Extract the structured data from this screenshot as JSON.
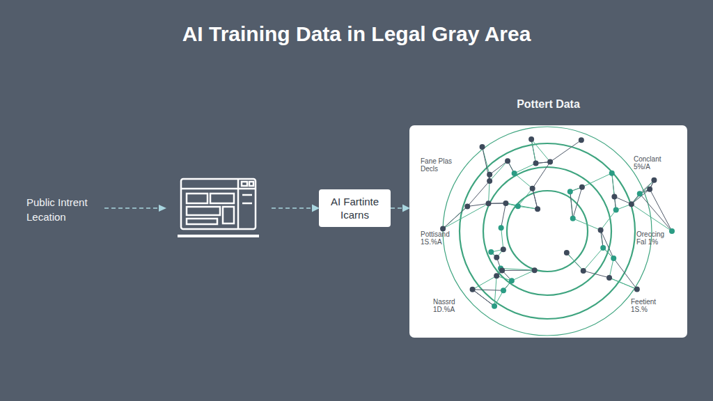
{
  "diagram": {
    "title": "AI Training Data in Legal Gray Area",
    "nodes": [
      {
        "text": [
          "Public Intrent Lecation"
        ]
      },
      {
        "text": [
          "AI Fartinte Icarns"
        ]
      },
      {
        "text": [
          "Pottert Data"
        ]
      }
    ],
    "edges": [
      {
        "from": 0,
        "to": 1,
        "arrow": "to"
      },
      {
        "from": 1,
        "to": 2,
        "arrow": "to"
      }
    ],
    "labels": [
      "Fane Plas Decls",
      "Conclant 5%/A",
      "Pottisand 1S.%A",
      "Oreccing Fal 1%",
      "Nassrd 1D.%A",
      "Feetient 1S.%"
    ]
  }
}
